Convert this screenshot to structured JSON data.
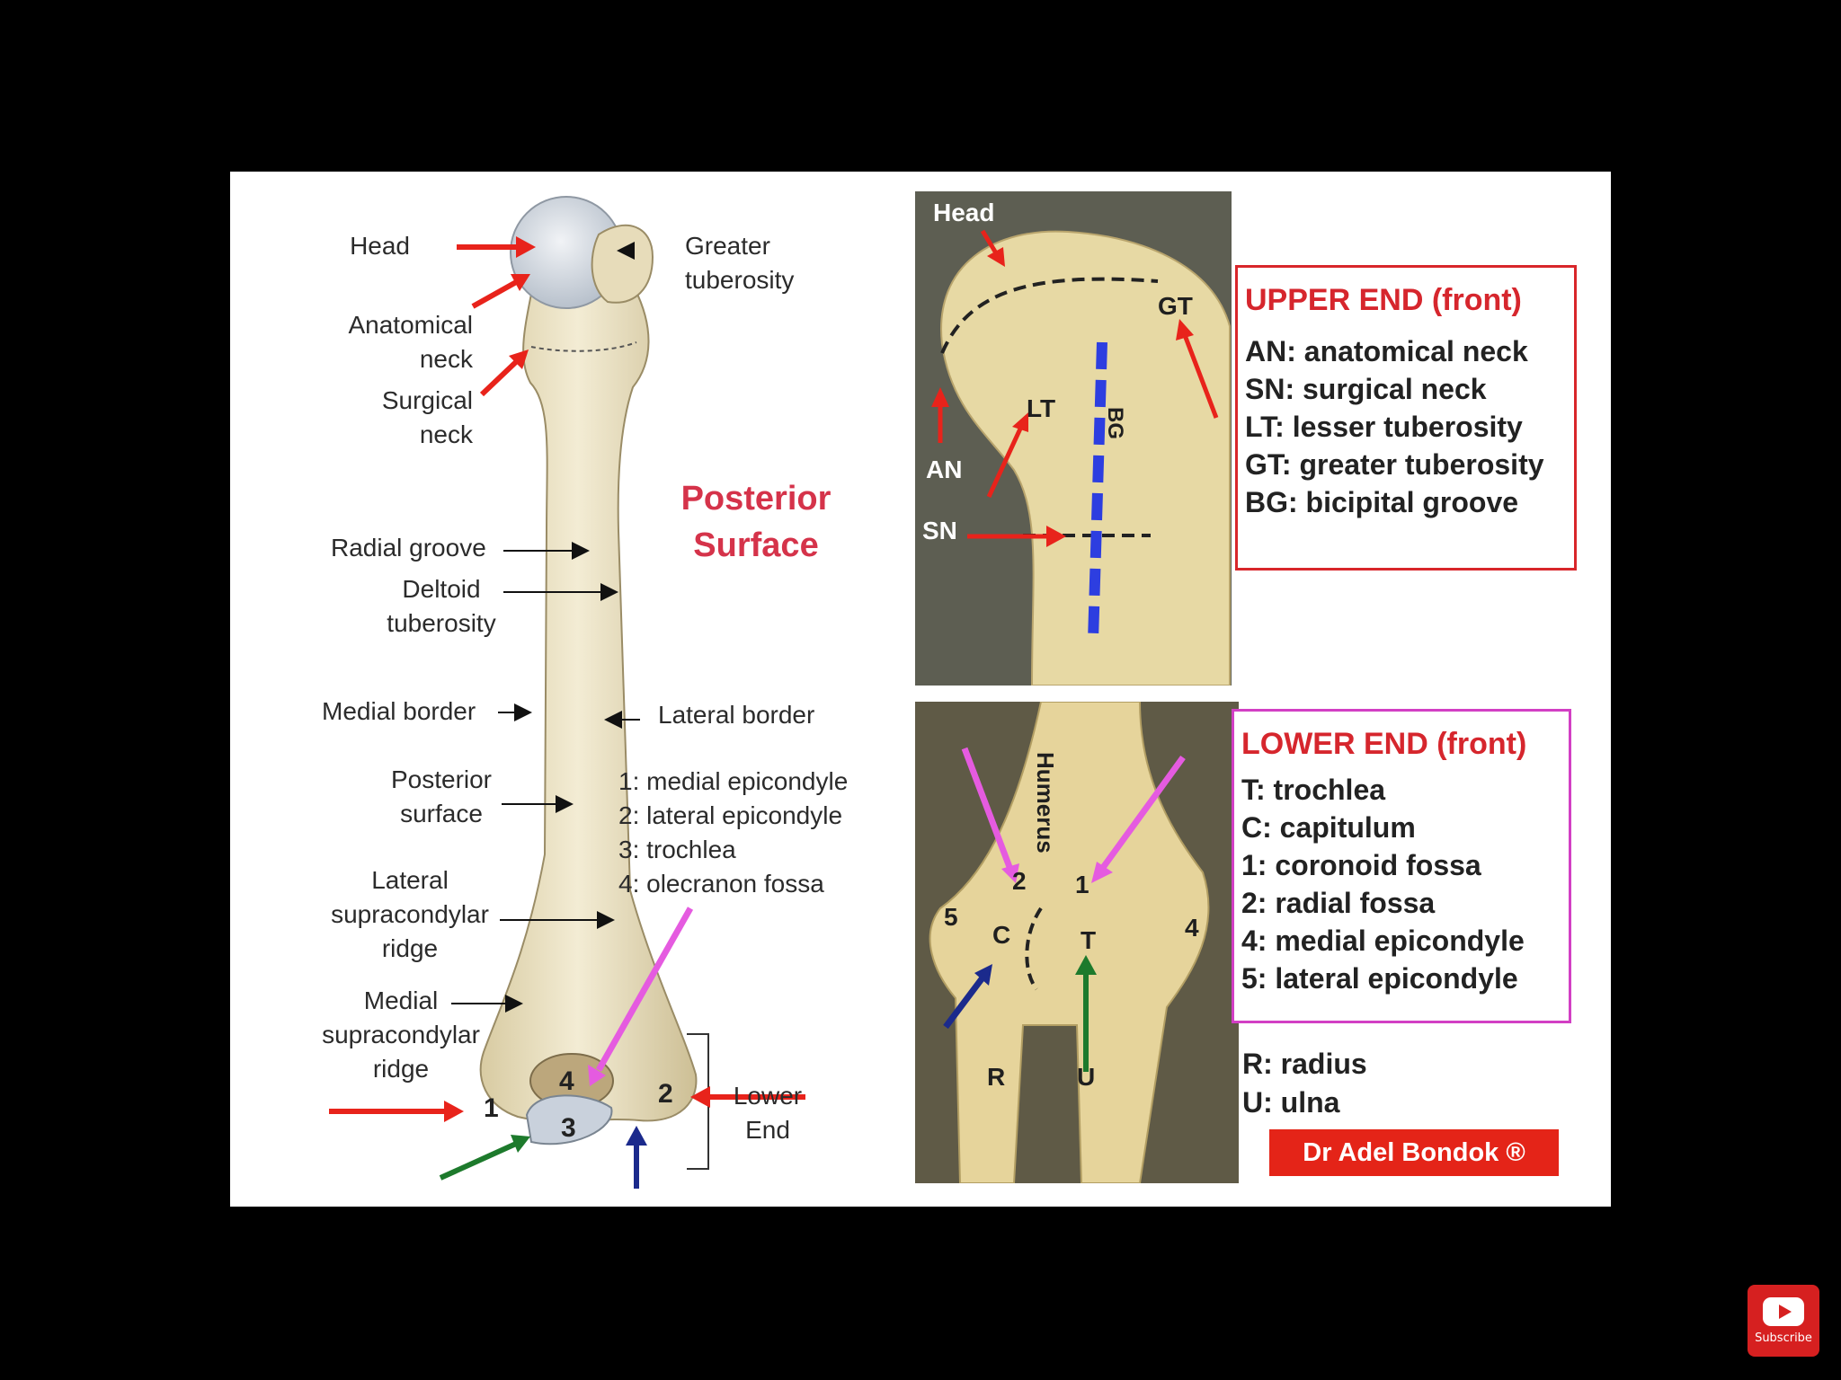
{
  "left_panel": {
    "labels": {
      "head": "Head",
      "greater_tuberosity": "Greater\ntuberosity",
      "anatomical_neck": "Anatomical\nneck",
      "surgical_neck": "Surgical\nneck",
      "radial_groove": "Radial groove",
      "deltoid_tuberosity": "Deltoid\ntuberosity",
      "medial_border": "Medial border",
      "lateral_border": "Lateral border",
      "posterior_surface": "Posterior\nsurface",
      "lateral_supracondylar_ridge": "Lateral\nsupracondylar\nridge",
      "medial_supracondylar_ridge": "Medial\nsupracondylar\nridge",
      "lower_end": "Lower\nEnd"
    },
    "title": "Posterior\nSurface",
    "numbered_list": [
      "1: medial epicondyle",
      "2: lateral epicondyle",
      "3: trochlea",
      "4: olecranon fossa"
    ],
    "bone_markers": [
      "1",
      "2",
      "3",
      "4"
    ]
  },
  "upper_photo": {
    "labels": {
      "head": "Head",
      "gt": "GT",
      "lt": "LT",
      "an": "AN",
      "sn": "SN",
      "bg": "BG"
    }
  },
  "upper_box": {
    "title": "UPPER END (front)",
    "items": [
      "AN: anatomical neck",
      "SN: surgical neck",
      "LT:  lesser tuberosity",
      "GT: greater tuberosity",
      "BG: bicipital groove"
    ],
    "border_color": "#d8262a"
  },
  "lower_photo": {
    "labels": {
      "humerus": "Humerus",
      "c": "C",
      "t": "T",
      "r": "R",
      "u": "U",
      "n1": "1",
      "n2": "2",
      "n4": "4",
      "n5": "5"
    }
  },
  "lower_box": {
    "title": "LOWER END (front)",
    "items": [
      "T: trochlea",
      "C: capitulum",
      "1: coronoid fossa",
      "2: radial fossa",
      "4: medial epicondyle",
      "5: lateral epicondyle"
    ],
    "border_color": "#d23fc4"
  },
  "extra_labels": [
    "R: radius",
    "U: ulna"
  ],
  "credit": "Dr Adel Bondok ®",
  "youtube": {
    "label": "Subscribe",
    "icon": "youtube-icon"
  },
  "colors": {
    "arrow_red": "#e8231b",
    "arrow_pink": "#e55be0",
    "arrow_green": "#1d7a2c",
    "arrow_blue": "#1b2a8c",
    "bone": "#ece3c6",
    "title_red": "#d5334a"
  }
}
